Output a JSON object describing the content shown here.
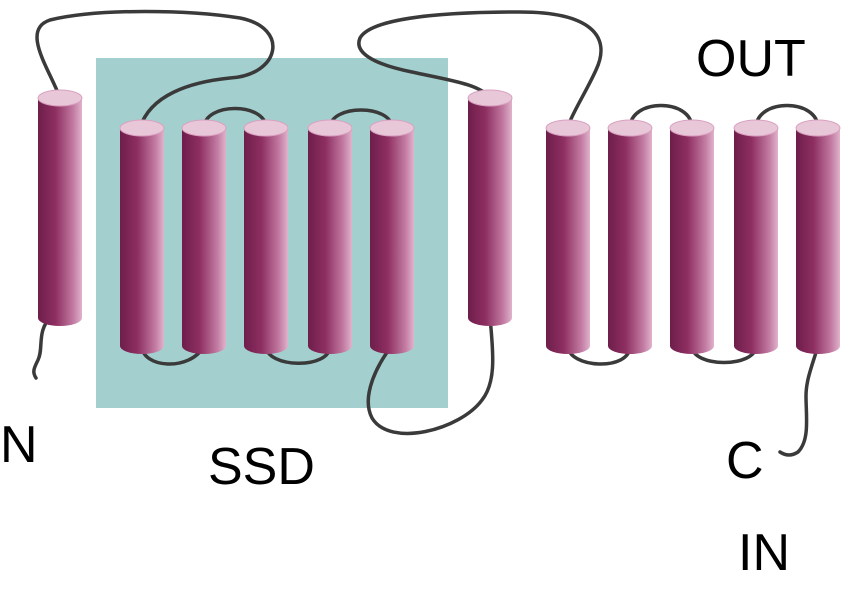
{
  "labels": {
    "n_terminus": "N",
    "c_terminus": "C",
    "domain": "SSD",
    "outside": "OUT",
    "inside": "IN"
  },
  "colors": {
    "helix_body": "#8e2f61",
    "helix_light": "#d9a0bf",
    "helix_dark": "#6e1e4b",
    "helix_top": "#e8c8d8",
    "domain_box": "#a3d0cf",
    "loop": "#3a3a3a",
    "text": "#000000"
  },
  "helix_count": 12,
  "ssd_helix_count": 5
}
